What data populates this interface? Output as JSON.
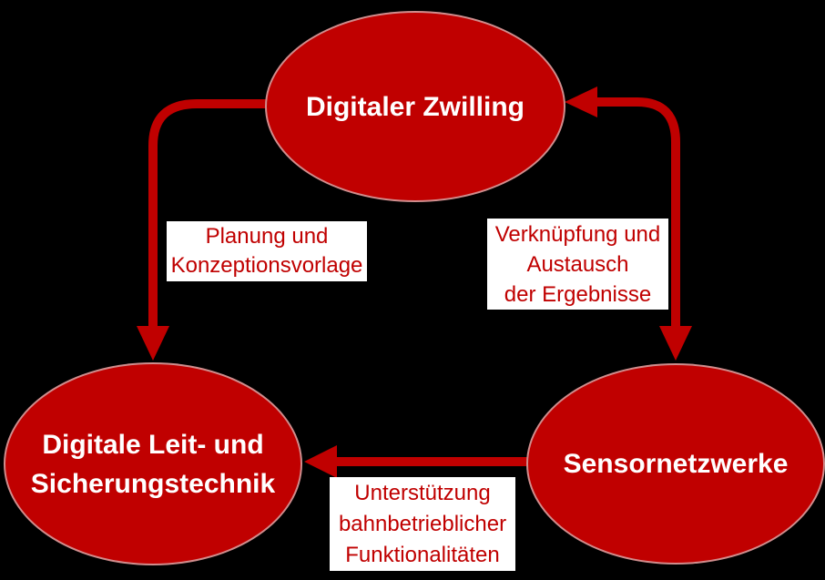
{
  "diagram": {
    "background": "#000000",
    "colors": {
      "shape_fill": "#c00000",
      "shape_border": "#d8d8d8",
      "arrow": "#c00000",
      "node_text": "#ffffff",
      "edge_label_text": "#c00000",
      "edge_label_bg": "#ffffff"
    },
    "nodes": {
      "digitaler_zwilling": {
        "label": "Digitaler Zwilling",
        "lines": [
          "Digitaler Zwilling"
        ]
      },
      "leit_und_sicherungstechnik": {
        "label": "Digitale Leit- und Sicherungstechnik",
        "lines": [
          "Digitale Leit- und",
          "Sicherungstechnik"
        ]
      },
      "sensornetzwerke": {
        "label": "Sensornetzwerke",
        "lines": [
          "Sensornetzwerke"
        ]
      }
    },
    "edge_labels": {
      "planung": {
        "lines": [
          "Planung und",
          "Konzeptionsvorlage"
        ]
      },
      "verknuepfung": {
        "lines": [
          "Verknüpfung und",
          "Austausch",
          "der Ergebnisse"
        ]
      },
      "unterstuetzung": {
        "lines": [
          "Unterstützung",
          "bahnbetrieblicher",
          "Funktionalitäten"
        ]
      }
    },
    "edges": [
      {
        "from": "digitaler_zwilling",
        "to": "leit_und_sicherungstechnik",
        "label_key": "planung",
        "bidirectional": false
      },
      {
        "from": "sensornetzwerke",
        "to": "digitaler_zwilling",
        "label_key": "verknuepfung",
        "bidirectional": true
      },
      {
        "from": "sensornetzwerke",
        "to": "leit_und_sicherungstechnik",
        "label_key": "unterstuetzung",
        "bidirectional": false
      }
    ]
  }
}
